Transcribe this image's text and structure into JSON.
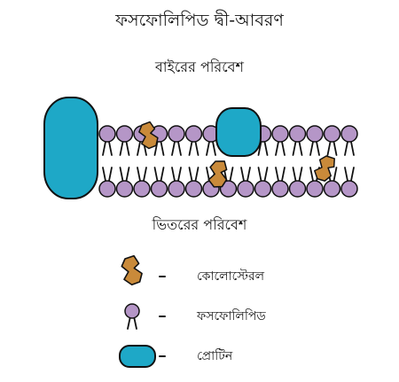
{
  "title": "ফসফোলিপিড দ্বী-আবরণ",
  "labels": {
    "outside": "বাইরের পরিবেশ",
    "inside": "ভিতরের পরিবেশ"
  },
  "legend": [
    {
      "symbol": "cholesterol-icon",
      "dash": "-",
      "label": "কোলোস্টেরল"
    },
    {
      "symbol": "phospholipid-icon",
      "dash": "-",
      "label": "ফসফোলিপিড"
    },
    {
      "symbol": "protein-icon",
      "dash": "-",
      "label": "প্রোটিন"
    }
  ],
  "colors": {
    "phospholipid_head": "#b596c7",
    "protein": "#1ea8c7",
    "cholesterol": "#c98a3a",
    "outline": "#111111"
  }
}
